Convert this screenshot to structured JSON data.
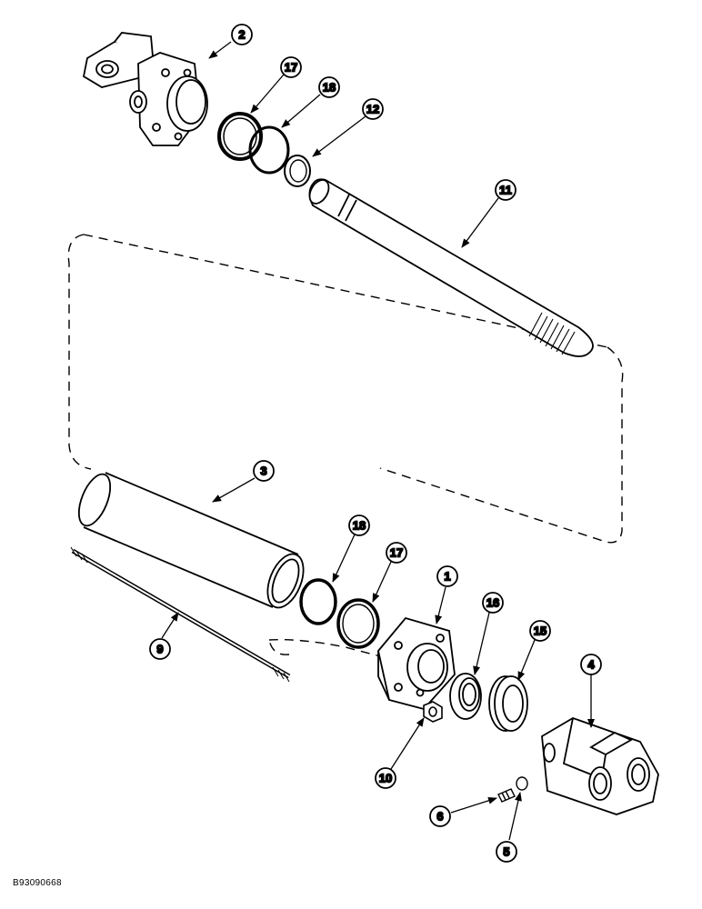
{
  "callouts": [
    {
      "id": "c2",
      "label": "2"
    },
    {
      "id": "c17a",
      "label": "17"
    },
    {
      "id": "c18a",
      "label": "18"
    },
    {
      "id": "c12",
      "label": "12"
    },
    {
      "id": "c11",
      "label": "11"
    },
    {
      "id": "c3",
      "label": "3"
    },
    {
      "id": "c18b",
      "label": "18"
    },
    {
      "id": "c17b",
      "label": "17"
    },
    {
      "id": "c1",
      "label": "1"
    },
    {
      "id": "c16",
      "label": "16"
    },
    {
      "id": "c15",
      "label": "15"
    },
    {
      "id": "c4",
      "label": "4"
    },
    {
      "id": "c9",
      "label": "9"
    },
    {
      "id": "c10",
      "label": "10"
    },
    {
      "id": "c6",
      "label": "6"
    },
    {
      "id": "c5",
      "label": "5"
    }
  ],
  "reference_code": "B93090668"
}
